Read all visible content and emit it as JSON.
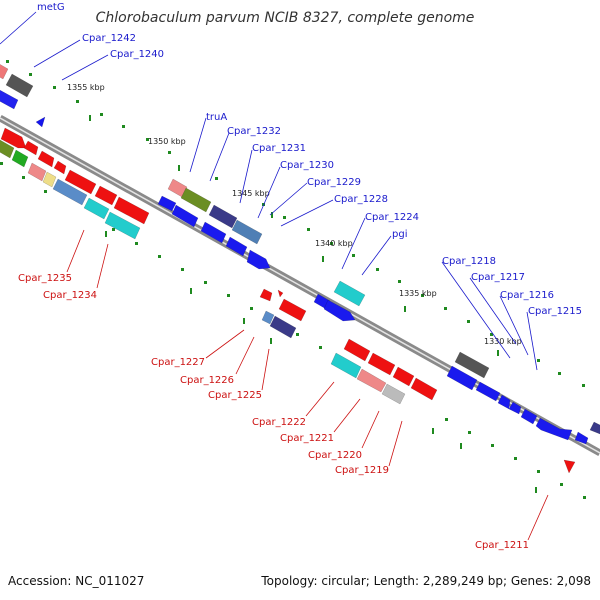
{
  "title": "Chlorobaculum parvum NCIB 8327, complete genome",
  "footer": {
    "accession": "Accession: NC_011027",
    "summary": "Topology: circular; Length: 2,289,249 bp; Genes: 2,098"
  },
  "colors": {
    "forward_label": "#1a1acc",
    "reverse_label": "#cc1111",
    "tick": "#1f8a1f",
    "backbone": "#8a8a8a"
  },
  "kbp_labels": [
    "1355 kbp",
    "1350 kbp",
    "1345 kbp",
    "1340 kbp",
    "1335 kbp",
    "1330 kbp"
  ],
  "forward_labels": [
    "metG",
    "Cpar_1242",
    "Cpar_1240",
    "truA",
    "Cpar_1232",
    "Cpar_1231",
    "Cpar_1230",
    "Cpar_1229",
    "Cpar_1228",
    "Cpar_1224",
    "pgi",
    "Cpar_1218",
    "Cpar_1217",
    "Cpar_1216",
    "Cpar_1215"
  ],
  "reverse_labels": [
    "Cpar_1235",
    "Cpar_1234",
    "Cpar_1227",
    "Cpar_1226",
    "Cpar_1225",
    "Cpar_1222",
    "Cpar_1221",
    "Cpar_1220",
    "Cpar_1219",
    "Cpar_1211"
  ]
}
